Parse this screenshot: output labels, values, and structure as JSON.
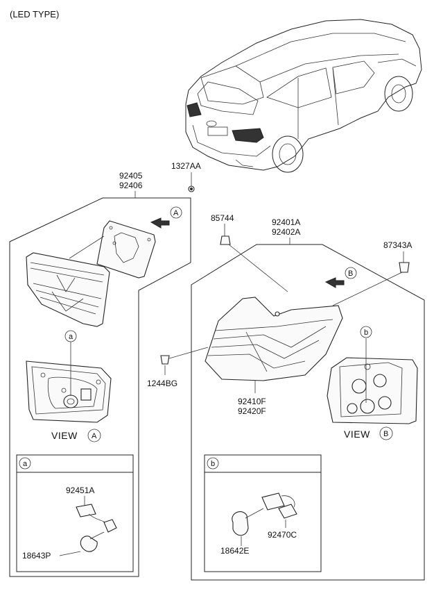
{
  "header": {
    "title": "(LED TYPE)"
  },
  "labels": {
    "p1327AA": "1327AA",
    "p92405": "92405",
    "p92406": "92406",
    "p85744": "85744",
    "p92401A": "92401A",
    "p92402A": "92402A",
    "p87343A": "87343A",
    "p1244BG": "1244BG",
    "p92410F": "92410F",
    "p92420F": "92420F",
    "p92451A": "92451A",
    "p18643P": "18643P",
    "p18642E": "18642E",
    "p92470C": "92470C"
  },
  "callouts": {
    "A": "A",
    "B": "B",
    "a": "a",
    "b": "b"
  },
  "views": {
    "viewA": "VIEW",
    "viewB": "VIEW"
  }
}
